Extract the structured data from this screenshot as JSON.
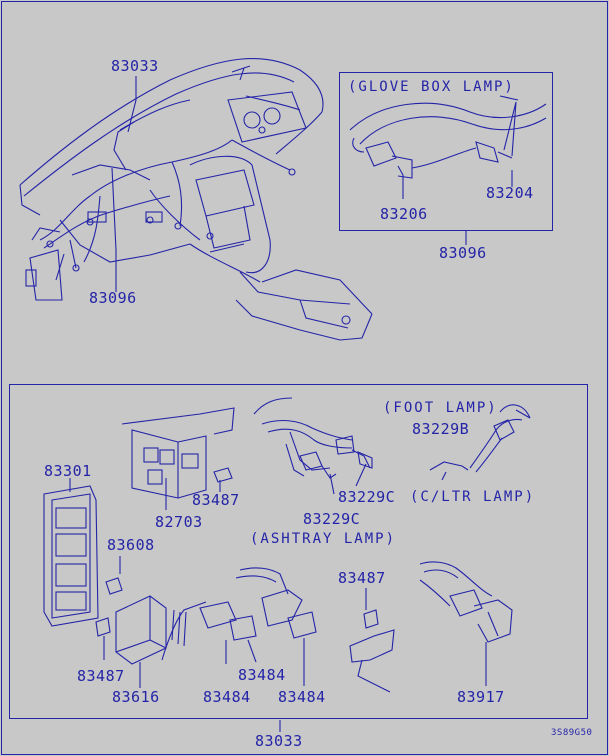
{
  "upper": {
    "dash_harness_label": "83033",
    "dash_sub_harness_label": "83096",
    "glove_box": {
      "caption": "(GLOVE BOX LAMP)",
      "connector_label": "83206",
      "lamp_label": "83204",
      "assembly_label": "83096"
    }
  },
  "lower": {
    "junction_block_label": "83301",
    "relay_box_label": "82703",
    "relay_a_label": "83487",
    "relay_b_label": "83608",
    "relay_c_label": "83487",
    "control_unit_label": "83616",
    "foot_lamp": {
      "caption": "(FOOT LAMP)",
      "bulb_label": "83229B"
    },
    "ctr_lamp_caption": "(C/LTR LAMP)",
    "ctr_bulb_label": "83229C",
    "socket_label": "83229C",
    "ashtray_lamp": {
      "caption": "(ASHTRAY LAMP)",
      "relay_label": "83487",
      "connector_a_label": "83484",
      "connector_b_label": "83484",
      "connector_c_label": "83484",
      "connector_d_label": "83917"
    },
    "assembly_label": "83033"
  },
  "figure_code": "3S89G50"
}
